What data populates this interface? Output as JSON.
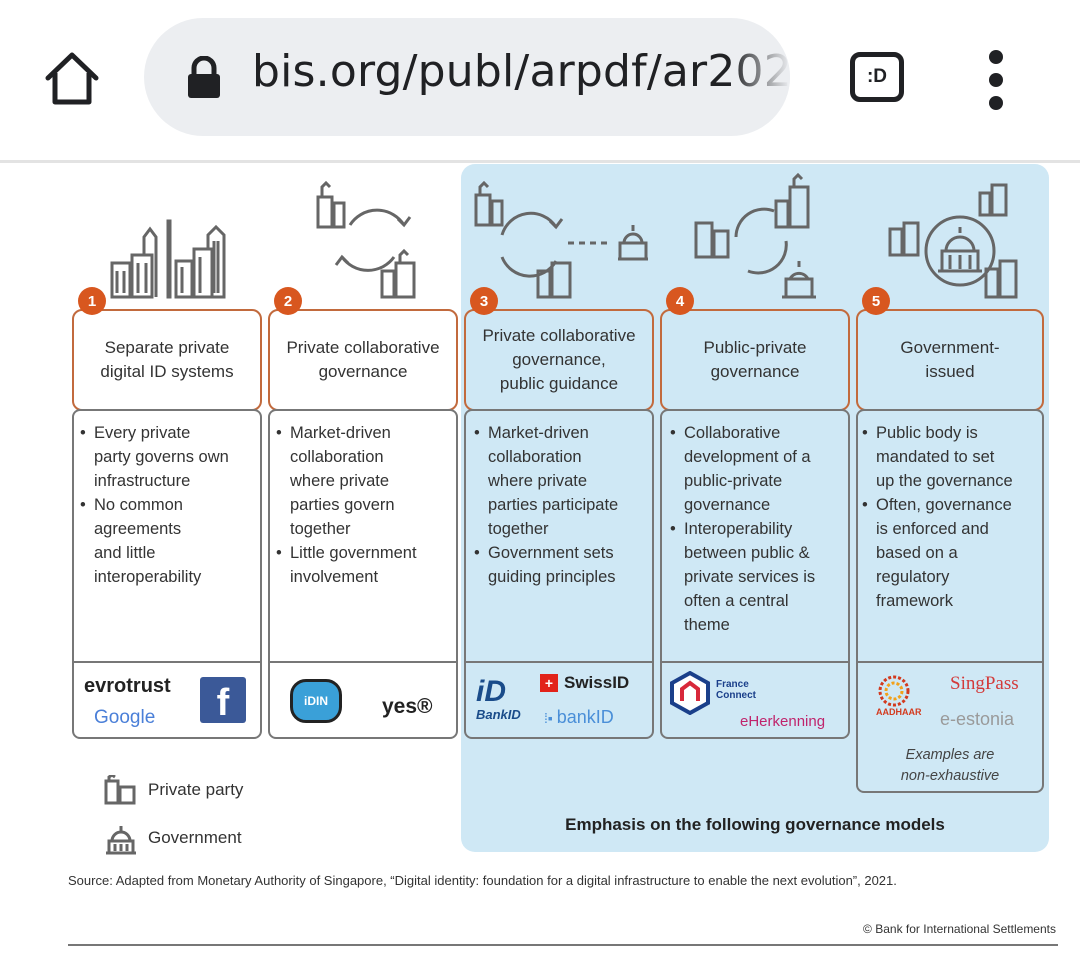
{
  "browser": {
    "url": "bis.org/publ/arpdf/ar202",
    "tab_label": ":D",
    "icons": {
      "home": "home-icon",
      "lock": "lock-icon",
      "menu": "more-vert-icon"
    }
  },
  "figure": {
    "columns": [
      {
        "number": "1",
        "title": "Separate private\ndigital ID systems",
        "bullets": [
          "Every private\nparty governs own\ninfrastructure",
          "No common\nagreements\nand little\ninteroperability"
        ],
        "logos": [
          "evrotrust",
          "Google",
          "f"
        ]
      },
      {
        "number": "2",
        "title": "Private collaborative\ngovernance",
        "bullets": [
          "Market-driven\ncollaboration\nwhere private\nparties govern\ntogether",
          "Little government\ninvolvement"
        ],
        "logos": [
          "iDIN",
          "yes®"
        ]
      },
      {
        "number": "3",
        "title": "Private collaborative\ngovernance,\npublic guidance",
        "bullets": [
          "Market-driven\ncollaboration\nwhere private\nparties participate\ntogether",
          "Government sets\nguiding principles"
        ],
        "logos": [
          "BankID",
          "SwissID",
          "bankID"
        ]
      },
      {
        "number": "4",
        "title": "Public-private\ngovernance",
        "bullets": [
          "Collaborative\ndevelopment of a\npublic-private\ngovernance",
          "Interoperability\nbetween public &\nprivate services is\noften a central\ntheme"
        ],
        "logos": [
          "France\nConnect",
          "eHerkenning"
        ]
      },
      {
        "number": "5",
        "title": "Government-\nissued",
        "bullets": [
          "Public body is\nmandated to set\nup the governance",
          "Often, governance\nis enforced and\nbased on a\nregulatory\nframework"
        ],
        "logos": [
          "AADHAAR",
          "SingPass",
          "e-estonia"
        ]
      }
    ],
    "examples_note": "Examples are\nnon-exhaustive",
    "legend": {
      "private": "Private party",
      "government": "Government"
    },
    "emphasis_caption": "Emphasis on the following governance models",
    "source": "Source: Adapted from Monetary Authority of Singapore, “Digital identity: foundation for a digital infrastructure to enable the next evolution”, 2021.",
    "copyright": "© Bank for International Settlements",
    "colors": {
      "accent": "#d8571f",
      "emphasis_bg": "#cfe8f5",
      "border": "#c26a3d"
    }
  }
}
